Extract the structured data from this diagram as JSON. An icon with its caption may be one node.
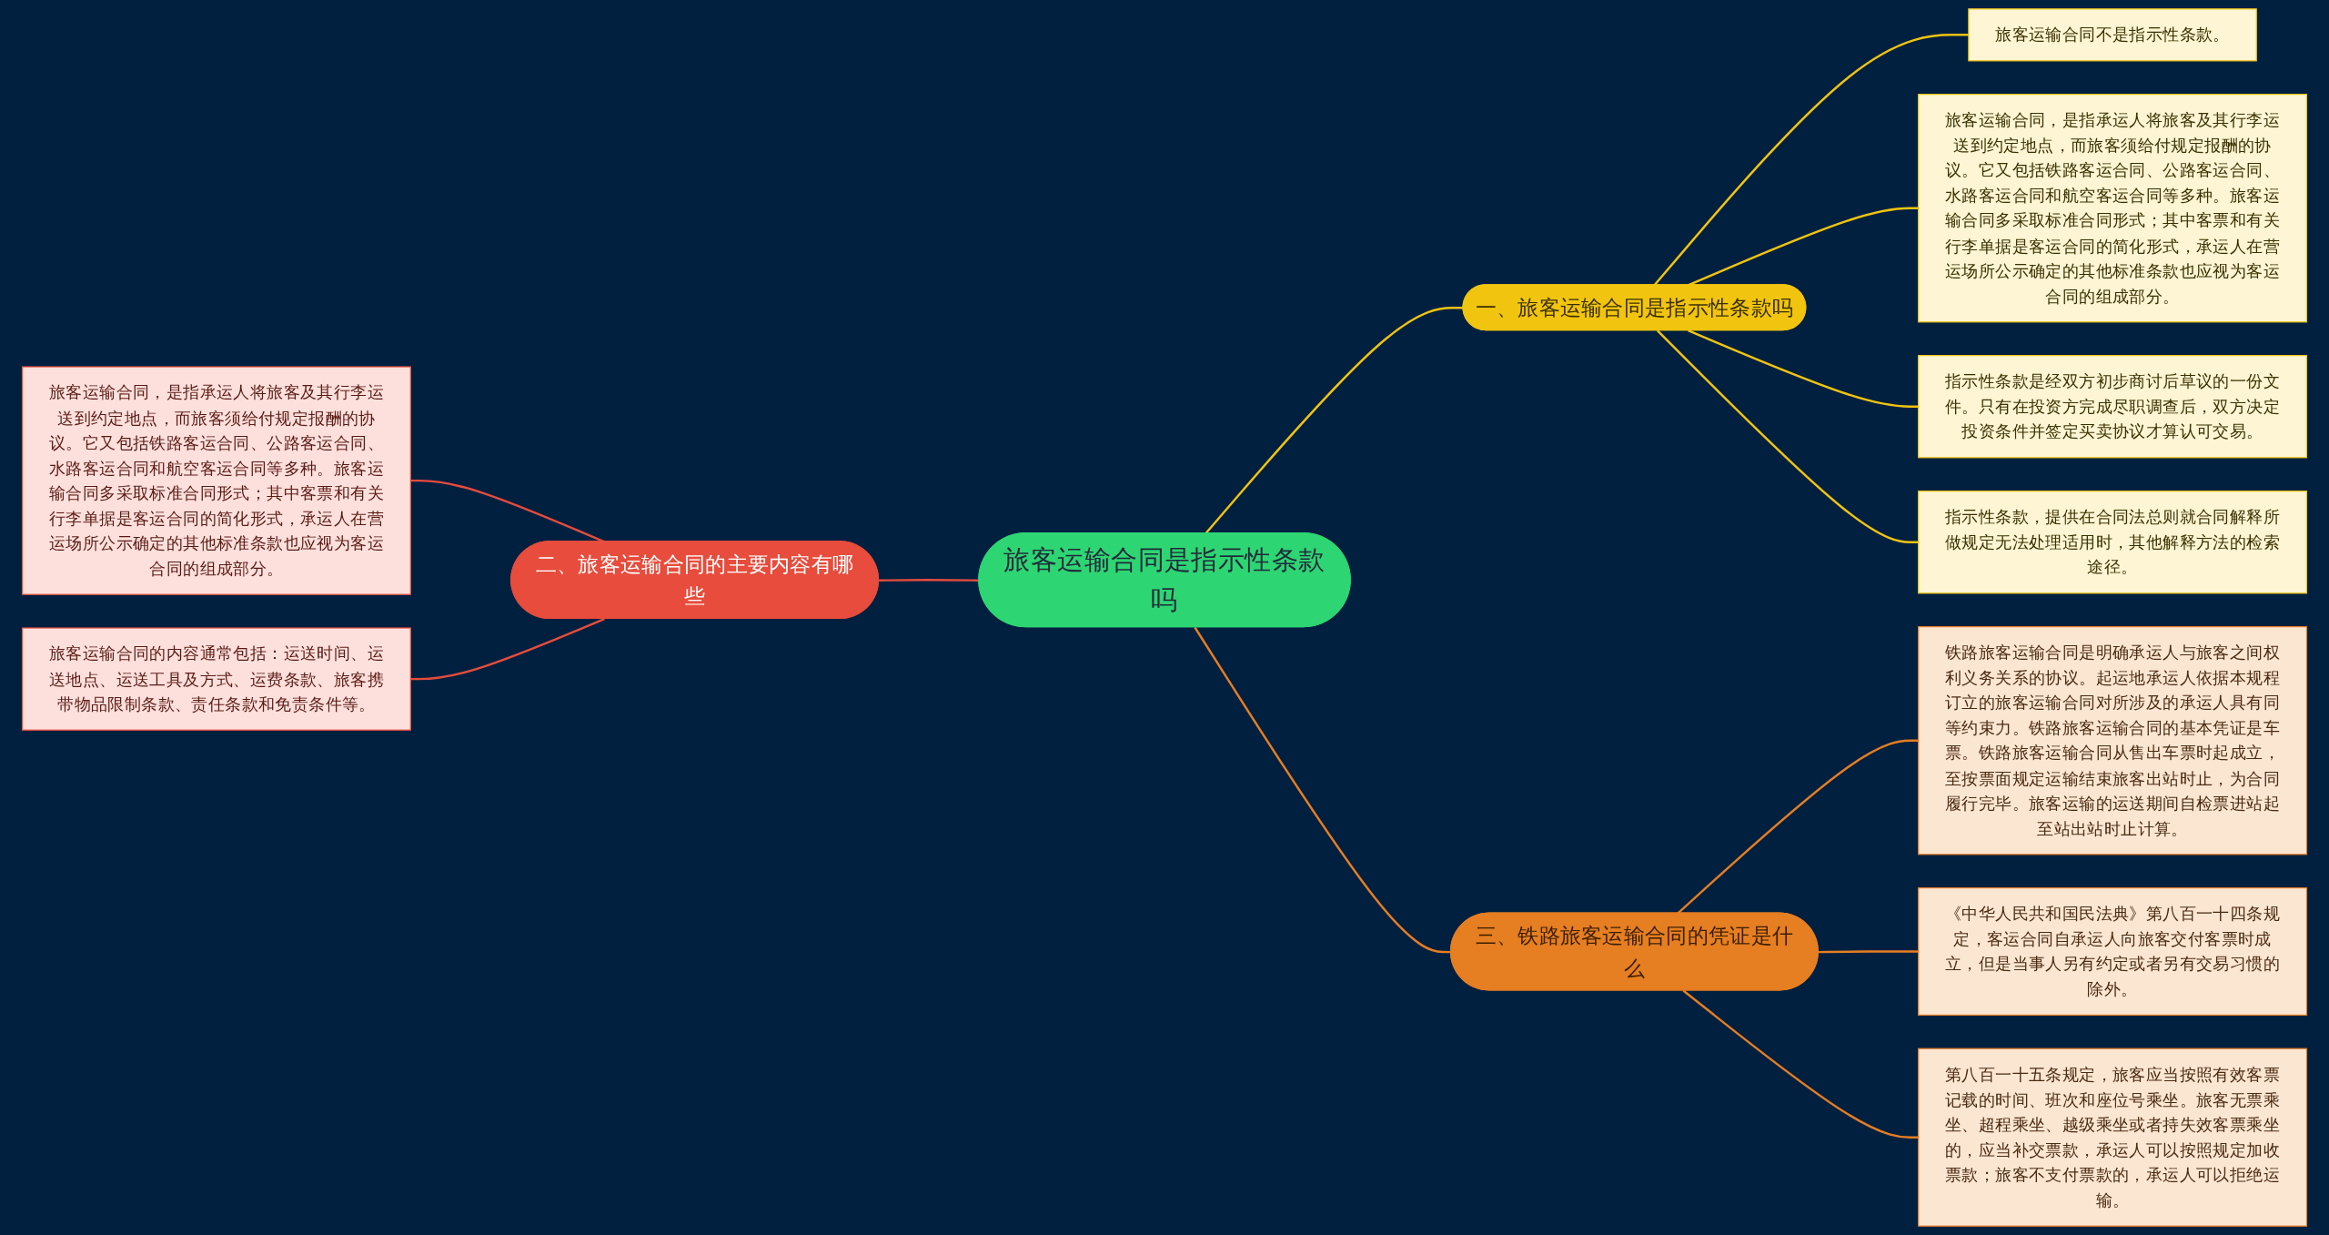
{
  "diagram": {
    "nodes": [
      {
        "text": [
          "旅客运输合同是指示性条款吗"
        ]
      },
      {
        "text": [
          "一、旅客运输合同是指示性条款吗"
        ]
      },
      {
        "text": [
          "旅客运输合同不是指示性条款。"
        ]
      },
      {
        "text": [
          "旅客运输合同，是指承运人将旅客及其行李运送到约定地点，而旅客须给付规定报酬的协议。它又包括铁路客运合同、公路客运合同、水路客运合同和航空客运合同等多种。旅客运输合同多采取标准合同形式；其中客票和有关行李单据是客运合同的简化形式，承运人在营运场所公示确定的其他标准条款也应视为客运合同的组成部分。"
        ]
      },
      {
        "text": [
          "指示性条款是经双方初步商讨后草议的一份文件。只有在投资方完成尽职调查后，双方决定投资条件并签定买卖协议才算认可交易。"
        ]
      },
      {
        "text": [
          "指示性条款，提供在合同法总则就合同解释所做规定无法处理适用时，其他解释方法的检索途径。"
        ]
      },
      {
        "text": [
          "二、旅客运输合同的主要内容有哪些"
        ]
      },
      {
        "text": [
          "旅客运输合同，是指承运人将旅客及其行李运送到约定地点，而旅客须给付规定报酬的协议。它又包括铁路客运合同、公路客运合同、水路客运合同和航空客运合同等多种。旅客运输合同多采取标准合同形式；其中客票和有关行李单据是客运合同的简化形式，承运人在营运场所公示确定的其他标准条款也应视为客运合同的组成部分。"
        ]
      },
      {
        "text": [
          "旅客运输合同的内容通常包括：运送时间、运送地点、运送工具及方式、运费条款、旅客携带物品限制条款、责任条款和免责条件等。"
        ]
      },
      {
        "text": [
          "三、铁路旅客运输合同的凭证是什么"
        ]
      },
      {
        "text": [
          "铁路旅客运输合同是明确承运人与旅客之间权利义务关系的协议。起运地承运人依据本规程订立的旅客运输合同对所涉及的承运人具有同等约束力。铁路旅客运输合同的基本凭证是车票。铁路旅客运输合同从售出车票时起成立，至按票面规定运输结束旅客出站时止，为合同履行完毕。旅客运输的运送期间自检票进站起至站出站时止计算。"
        ]
      },
      {
        "text": [
          "《中华人民共和国民法典》第八百一十四条规定，客运合同自承运人向旅客交付客票时成立，但是当事人另有约定或者另有交易习惯的除外。"
        ]
      },
      {
        "text": [
          "第八百一十五条规定，旅客应当按照有效客票记载的时间、班次和座位号乘坐。旅客无票乘坐、超程乘坐、越级乘坐或者持失效客票乘坐的，应当补交票款，承运人可以按照规定加收票款；旅客不支付票款的，承运人可以拒绝运输。"
        ]
      }
    ],
    "edges": [
      {
        "from": 0,
        "to": 1,
        "arrow": "none"
      },
      {
        "from": 1,
        "to": 2,
        "arrow": "none"
      },
      {
        "from": 1,
        "to": 3,
        "arrow": "none"
      },
      {
        "from": 1,
        "to": 4,
        "arrow": "none"
      },
      {
        "from": 1,
        "to": 5,
        "arrow": "none"
      },
      {
        "from": 0,
        "to": 6,
        "arrow": "none",
        "color": "#e74c3c"
      },
      {
        "from": 6,
        "to": 7,
        "arrow": "none",
        "color": "#e74c3c"
      },
      {
        "from": 6,
        "to": 8,
        "arrow": "none",
        "color": "#e74c3c"
      },
      {
        "from": 0,
        "to": 9,
        "arrow": "none",
        "color": "#e67e22"
      },
      {
        "from": 9,
        "to": 10,
        "arrow": "none",
        "color": "#e67e22"
      },
      {
        "from": 9,
        "to": 11,
        "arrow": "none",
        "color": "#e67e22"
      },
      {
        "from": 9,
        "to": 12,
        "arrow": "none",
        "color": "#e67e22"
      }
    ]
  }
}
